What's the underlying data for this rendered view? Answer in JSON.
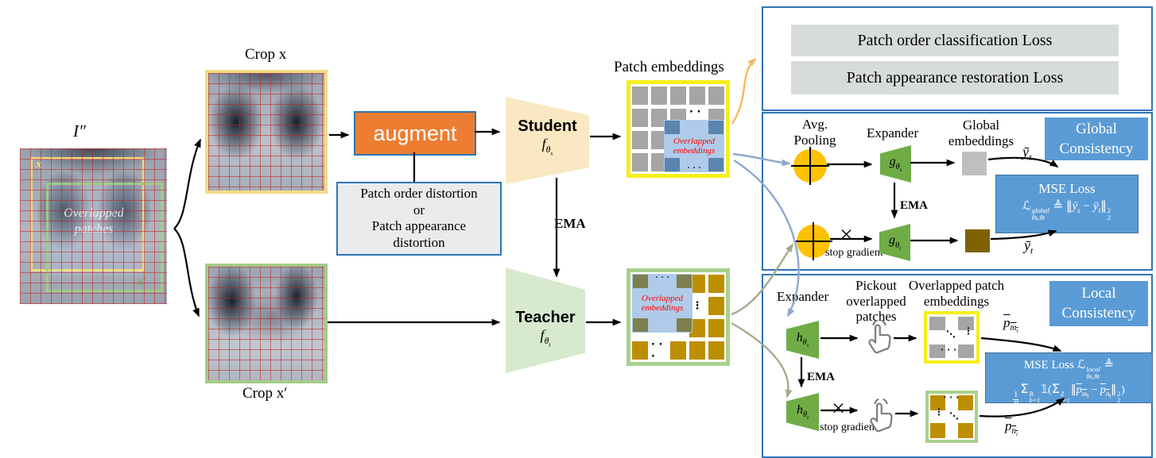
{
  "left": {
    "image_title": "I″",
    "crop_box_x": "x",
    "crop_box_xp": "x′",
    "overlap_label": "Overlapped patches"
  },
  "crops": {
    "top": "Crop x",
    "bottom": "Crop x′"
  },
  "augment": "augment",
  "distortion": "Patch order distortion\nor\nPatch appearance\ndistortion",
  "ema": "EMA",
  "student": "Student",
  "teacher": "Teacher",
  "sym": {
    "f": "f",
    "g": "g",
    "h": "h",
    "theta": "θ",
    "s": "s",
    "t": "t"
  },
  "embeddings": {
    "title": "Patch embeddings",
    "overlap": "Overlapped embeddings",
    "dots_h": "· · ·",
    "dots_v": "⋮",
    "dots_d": "⋱"
  },
  "losses": {
    "order": "Patch order classification Loss",
    "appearance": "Patch appearance restoration Loss"
  },
  "shared": {
    "stop_gradient": "stop gradient",
    "x_mark": "×"
  },
  "global": {
    "avg1": "Avg.",
    "avg2": "Pooling",
    "expander": "Expander",
    "embed1": "Global",
    "embed2": "embeddings",
    "ybar": "ȳ",
    "title1": "Global",
    "title2": "Consistency",
    "mse_title": "MSE Loss",
    "L": "ℒ",
    "sup": "global",
    "sub": "θs,θt",
    "eq": "≜",
    "norm": "‖",
    "minus": "−",
    "two": "2"
  },
  "local": {
    "expander": "Expander",
    "pickout": "Pickout\noverlapped\npatches",
    "embed_title": "Overlapped patch\nembeddings",
    "title1": "Local",
    "title2": "Consistency",
    "mse_title": "MSE Loss",
    "L": "ℒ",
    "sup": "local",
    "sub": "θs,θt",
    "eq": "≜",
    "frac_num": "1",
    "frac_den": "B",
    "sigma": "Σ",
    "sum1_sup": "B",
    "sum1_sub": "b=1",
    "one": "𝟙",
    "open": "(",
    "sum2_sup": "Z",
    "sum2_sub": "i=1",
    "norm": "‖",
    "p": "p",
    "m": "m",
    "n": "n",
    "i": "i",
    "minus": "−",
    "two": "2",
    "close": ")"
  },
  "colors": {
    "panel_border": "#2F74B5",
    "accent_blue": "#5B9BD5",
    "augment_orange": "#ED7D31",
    "student_fill": "#FAE8C2",
    "teacher_fill": "#D7E9CE",
    "expander_green": "#6FAC46",
    "pool_yellow": "#FFC103",
    "cell_gray": "#A5A5A5",
    "cell_dark_yellow": "#BD8E00",
    "cell_olive": "#7D7F4F",
    "overlay_blue": "#AFCBE9",
    "overlay_dark_cell": "#5B84AE",
    "grid_border_yellow": "#F5EE1C",
    "grid_border_green": "#A9D18E",
    "global_embed_gray": "#BFBFBF",
    "global_embed_dark": "#7F6000",
    "arrow_gold": "#F2BA5C",
    "arrow_blue": "#8FA8CE",
    "arrow_olive": "#A5AA8B",
    "overlap_text_red": "#FF0000",
    "loss_bar_gray": "#D8DCD8"
  }
}
